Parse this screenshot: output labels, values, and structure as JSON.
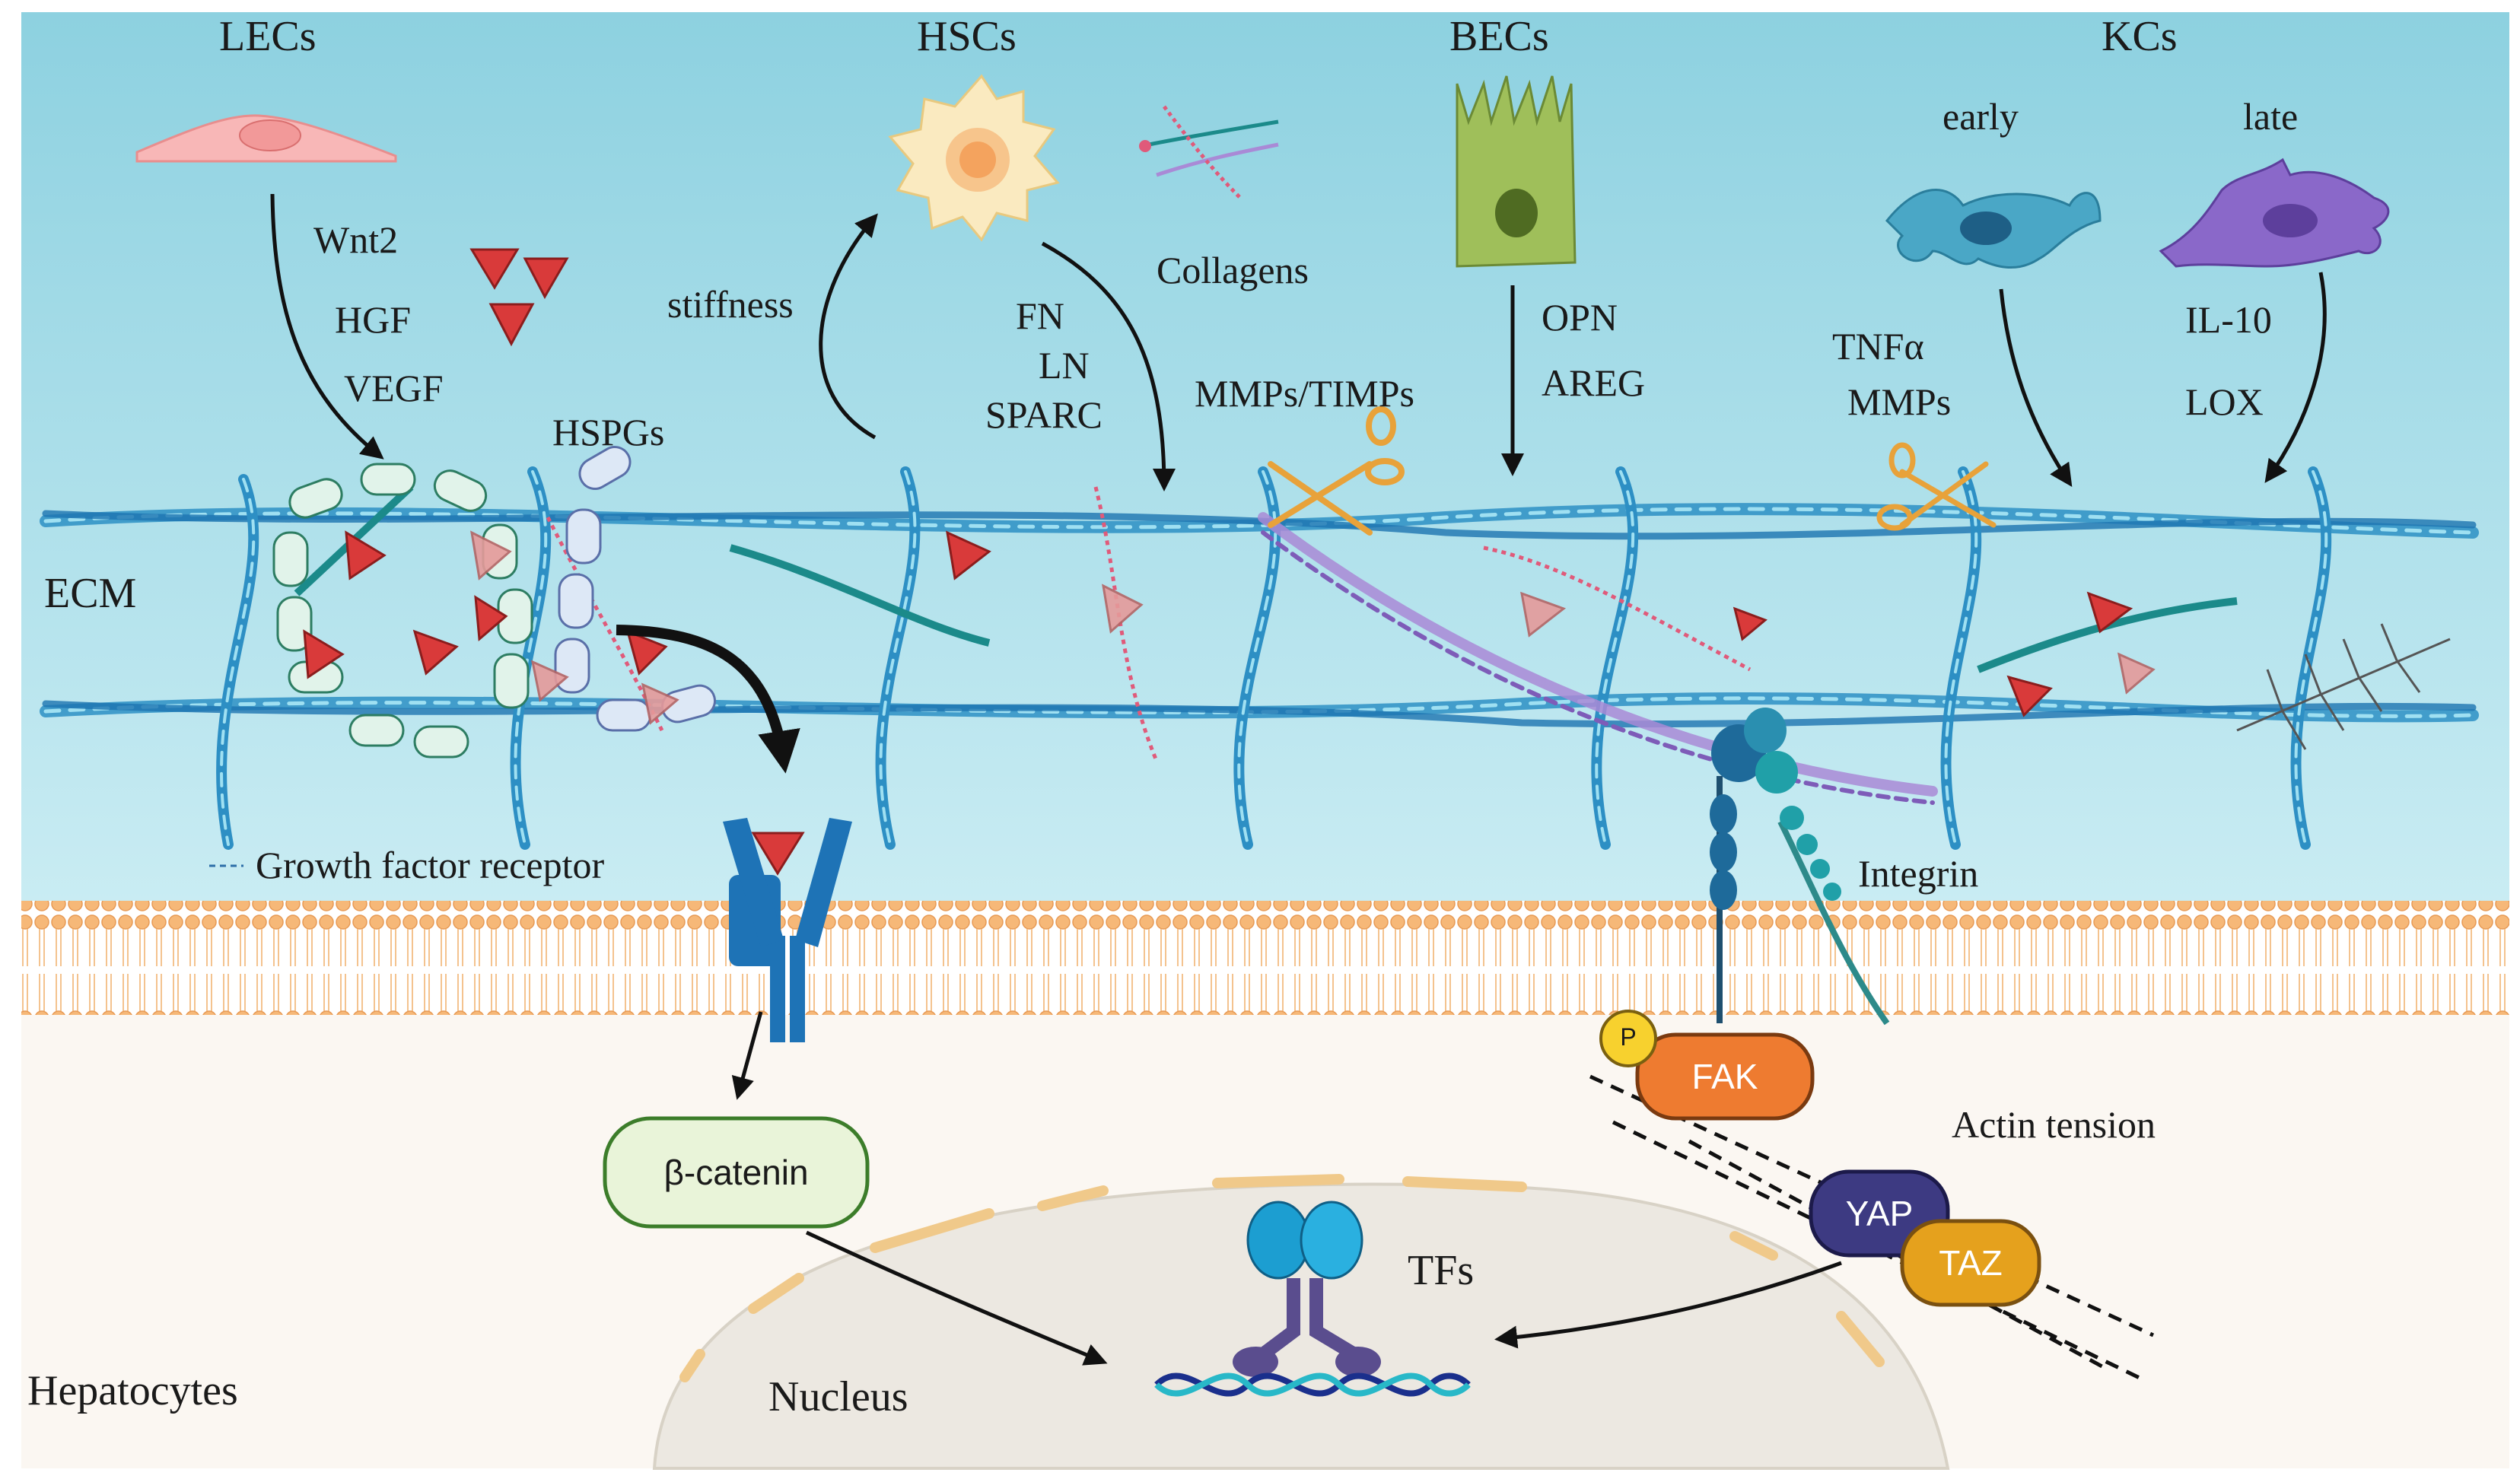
{
  "cell_types": {
    "lecs": "LECs",
    "hscs": "HSCs",
    "becs": "BECs",
    "kcs": "KCs",
    "early": "early",
    "late": "late"
  },
  "factors": {
    "lecs": [
      "Wnt2",
      "HGF",
      "VEGF"
    ],
    "hsc_stiffness": "stiffness",
    "hsc_matrix": [
      "FN",
      "LN",
      "SPARC"
    ],
    "collagens": "Collagens",
    "mmps_timps": "MMPs/TIMPs",
    "becs": [
      "OPN",
      "AREG"
    ],
    "kcs_early": [
      "TNFα",
      "MMPs"
    ],
    "kcs_late": [
      "IL-10",
      "LOX"
    ]
  },
  "regions": {
    "ecm": "ECM",
    "hepatocytes": "Hepatocytes",
    "nucleus": "Nucleus"
  },
  "molecules": {
    "hspgs": "HSPGs",
    "growth_factor_receptor": "Growth factor receptor",
    "integrin": "Integrin",
    "beta_catenin": "β-catenin",
    "fak": "FAK",
    "phospho": "P",
    "actin_tension": "Actin tension",
    "yap": "YAP",
    "taz": "TAZ",
    "tfs": "TFs"
  },
  "colors": {
    "ecm_background": "#9ed8e4",
    "membrane": "#f6b878",
    "cytoplasm": "#fbf7f2",
    "fiber_blue": "#2d8fc4",
    "growth_factor_red": "#d93a3a",
    "fak_orange": "#ee7b30",
    "yap_navy": "#3d3a82",
    "taz_gold": "#e5a11d",
    "beta_catenin_green": "#e9f4d9"
  }
}
